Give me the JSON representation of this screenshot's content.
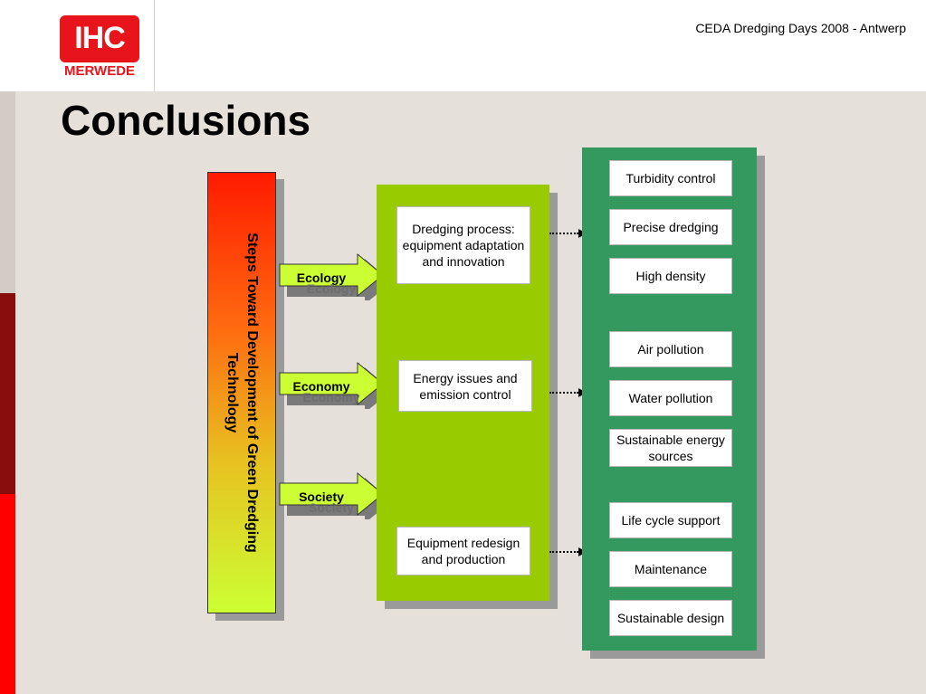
{
  "header": {
    "logo_text": "IHC",
    "logo_subtext": "MERWEDE",
    "event": "CEDA Dredging Days 2008 - Antwerp"
  },
  "slide": {
    "title": "Conclusions"
  },
  "diagram": {
    "vertical_label": "Steps Toward Development of Green Dredging Technology",
    "arrows": [
      "Ecology",
      "Economy",
      "Society"
    ],
    "middle_items": [
      "Dredging process: equipment adaptation and innovation",
      "Energy issues and emission control",
      "Equipment redesign and production"
    ],
    "right_items": [
      "Turbidity control",
      "Precise dredging",
      "High density",
      "Air pollution",
      "Water pollution",
      "Sustainable energy sources",
      "Life cycle support",
      "Maintenance",
      "Sustainable design"
    ]
  },
  "colors": {
    "brand_red": "#e8141b",
    "middle_panel": "#99cc00",
    "right_panel": "#33995f",
    "arrow_fill": "#ccff33"
  }
}
